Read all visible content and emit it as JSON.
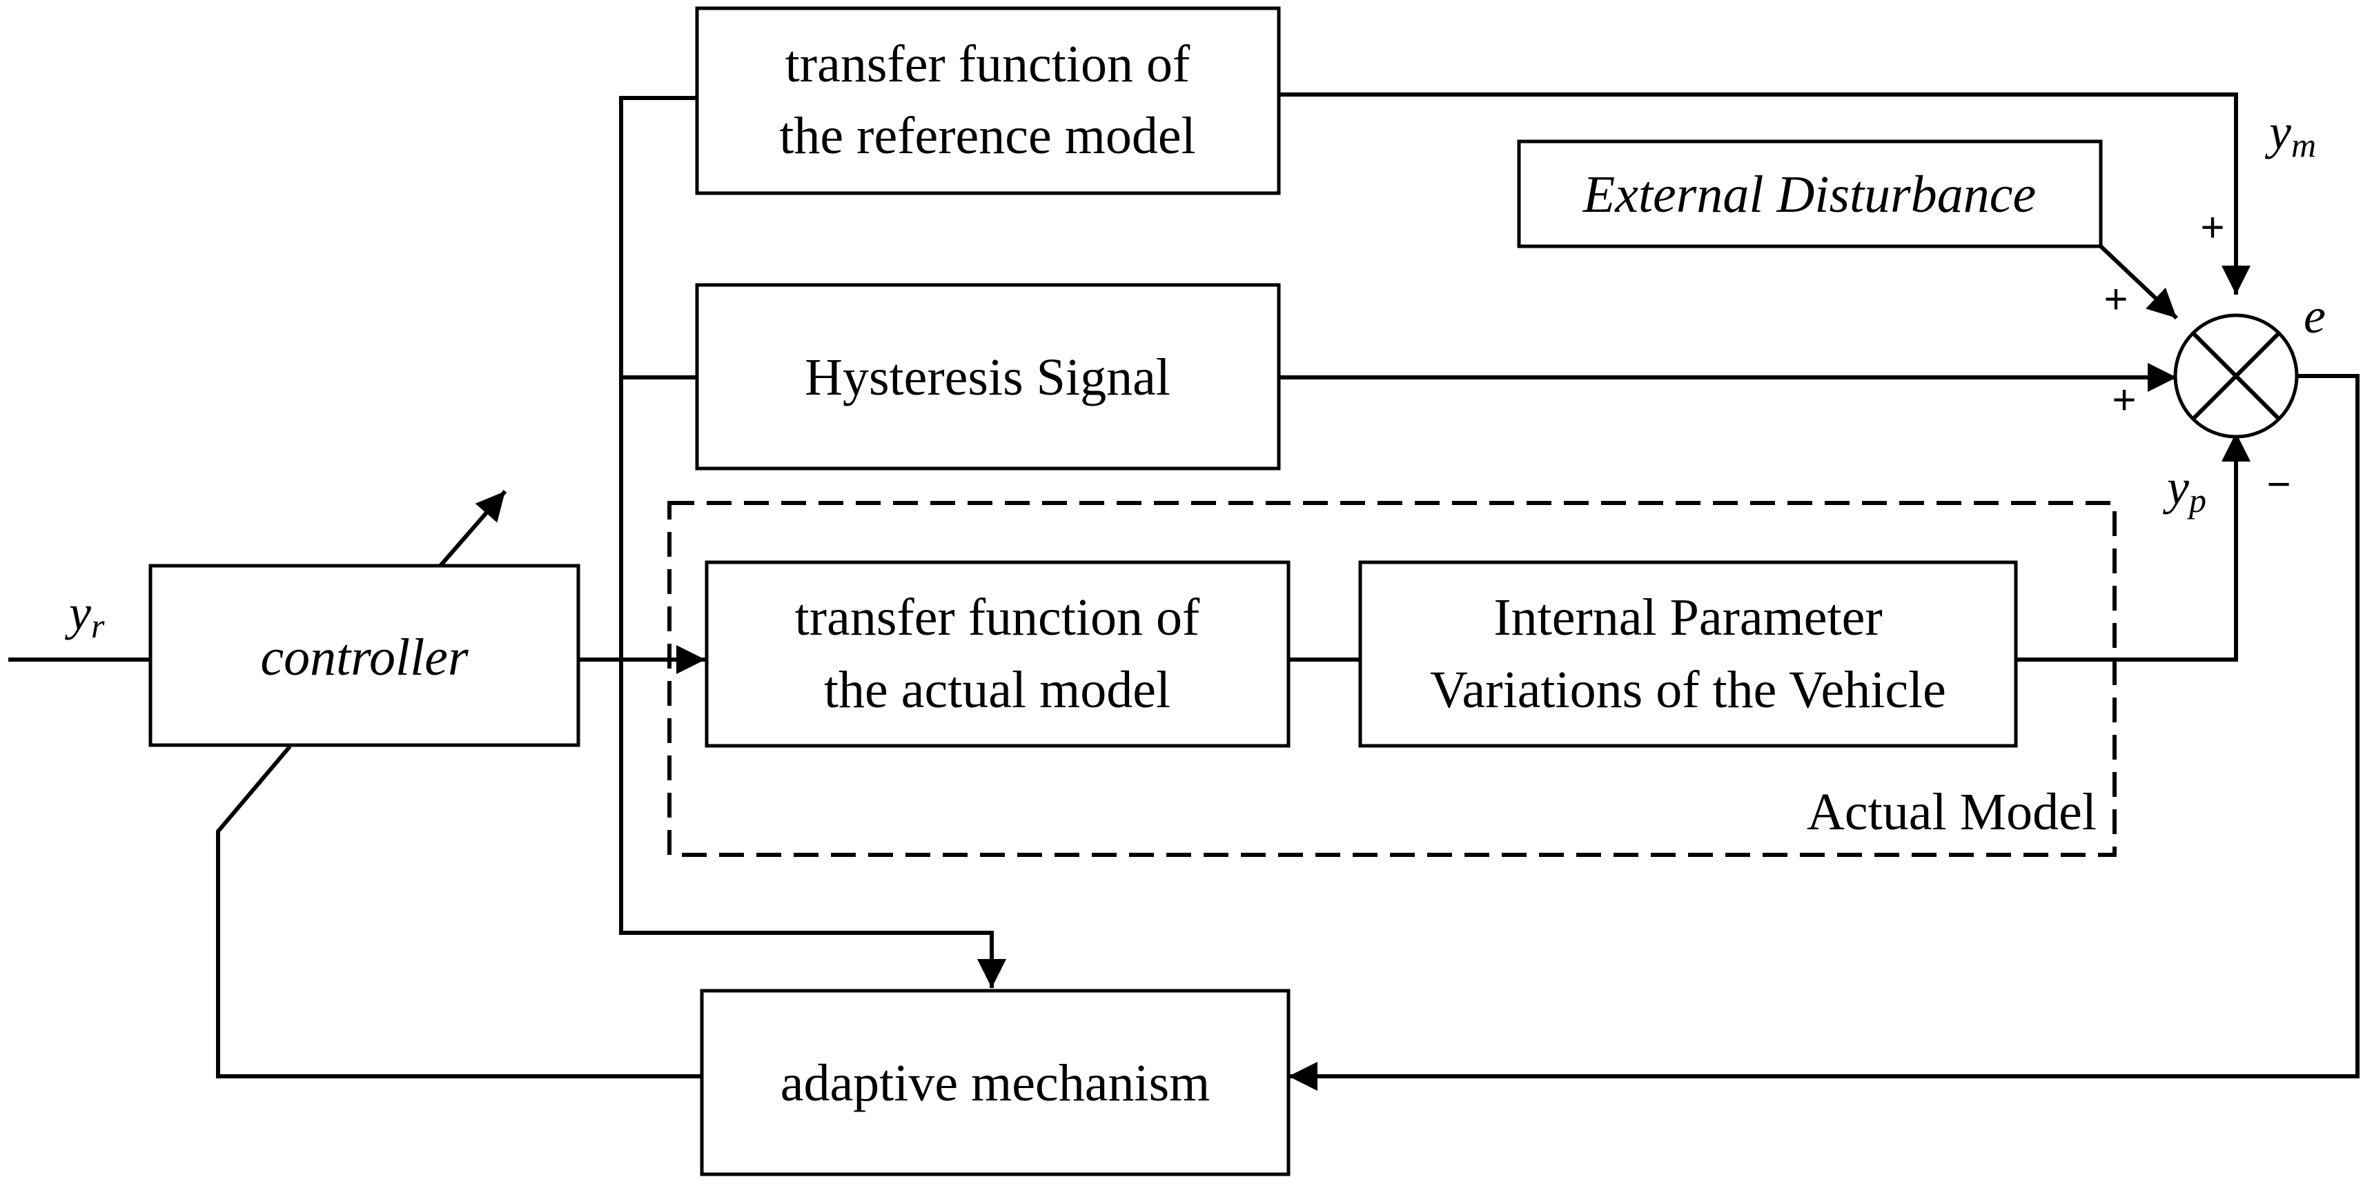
{
  "blocks": {
    "reference_model": {
      "line1": "transfer function of",
      "line2": "the reference model"
    },
    "hysteresis": {
      "label": "Hysteresis Signal"
    },
    "controller": {
      "label": "controller"
    },
    "actual_transfer": {
      "line1": "transfer function of",
      "line2": "the actual model"
    },
    "internal_params": {
      "line1": "Internal Parameter",
      "line2": "Variations of the Vehicle"
    },
    "external_disturbance": {
      "label": "External Disturbance"
    },
    "adaptive": {
      "label": "adaptive mechanism"
    },
    "actual_model_group": {
      "label": "Actual Model"
    }
  },
  "signals": {
    "yr": {
      "base": "y",
      "sub": "r"
    },
    "ym": {
      "base": "y",
      "sub": "m"
    },
    "yp": {
      "base": "y",
      "sub": "p"
    },
    "e": {
      "label": "e"
    }
  },
  "signs": {
    "ym_sign": "+",
    "disturbance_sign": "+",
    "hysteresis_sign": "+",
    "yp_sign": "−"
  },
  "colors": {
    "line": "#000000",
    "background": "#ffffff"
  }
}
